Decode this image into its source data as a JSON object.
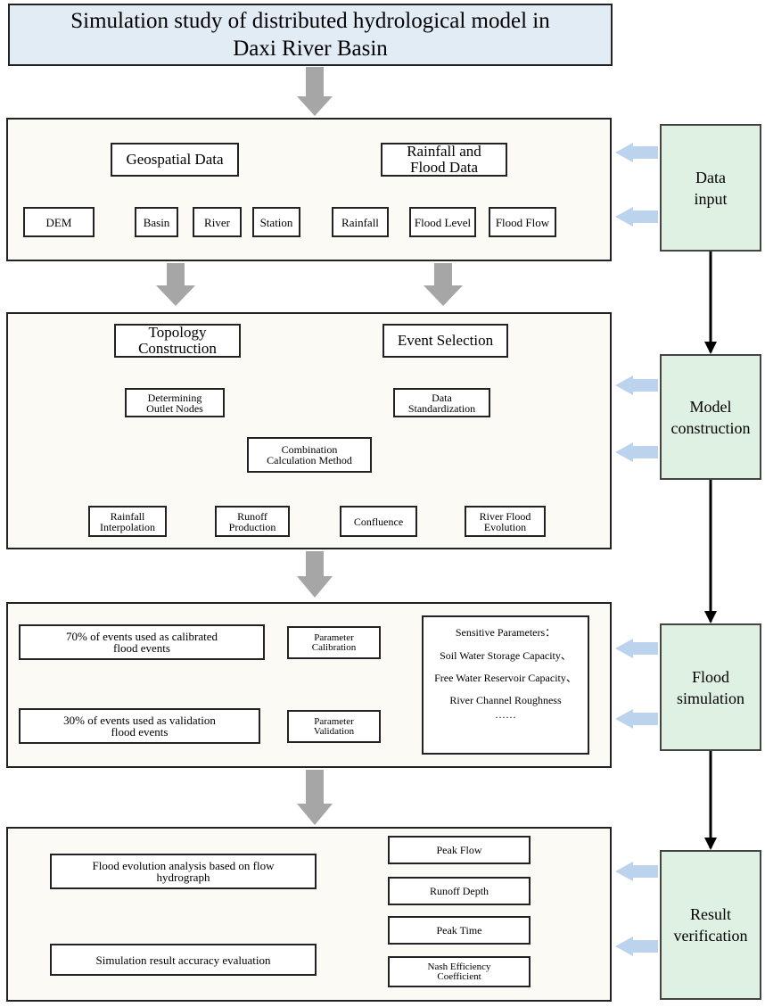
{
  "title": "Simulation study of distributed hydrological model in\nDaxi River Basin",
  "section1": {
    "geospatial": "Geospatial Data",
    "geo_items": [
      "DEM",
      "Basin",
      "River",
      "Station"
    ],
    "rainfall_flood": "Rainfall and\nFlood Data",
    "rf_items": [
      "Rainfall",
      "Flood Level",
      "Flood Flow"
    ]
  },
  "section2": {
    "topology": "Topology\nConstruction",
    "event_selection": "Event Selection",
    "outlet_nodes": "Determining\nOutlet Nodes",
    "data_std": "Data\nStandardization",
    "combination": "Combination\nCalculation Method",
    "items": [
      "Rainfall\nInterpolation",
      "Runoff\nProduction",
      "Confluence",
      "River Flood\nEvolution"
    ]
  },
  "section3": {
    "calib_events": "70% of events used as calibrated\nflood events",
    "valid_events": "30% of events used as validation\nflood events",
    "param_calib": "Parameter\nCalibration",
    "param_valid": "Parameter\nValidation",
    "sensitive_title": "Sensitive Parameters：",
    "sensitive_lines": [
      "Soil Water Storage Capacity、",
      "Free Water Reservoir Capacity、",
      "River Channel Roughness",
      "……"
    ]
  },
  "section4": {
    "flood_analysis": "Flood evolution analysis based on flow\nhydrograph",
    "accuracy": "Simulation result accuracy evaluation",
    "outputs": [
      "Peak Flow",
      "Runoff Depth",
      "Peak Time",
      "Nash Efficiency\nCoefficient"
    ]
  },
  "sidebar": [
    "Data\ninput",
    "Model\nconstruction",
    "Flood\nsimulation",
    "Result\nverification"
  ],
  "colors": {
    "title_fill": "#e2ecf5",
    "panel_fill": "#fcfaf4",
    "sidebar_fill": "#dff1e3",
    "gray_arrow": "#a6a6a6",
    "blue_arrow": "#bcd3ee",
    "orange_line": "#e3913d"
  }
}
